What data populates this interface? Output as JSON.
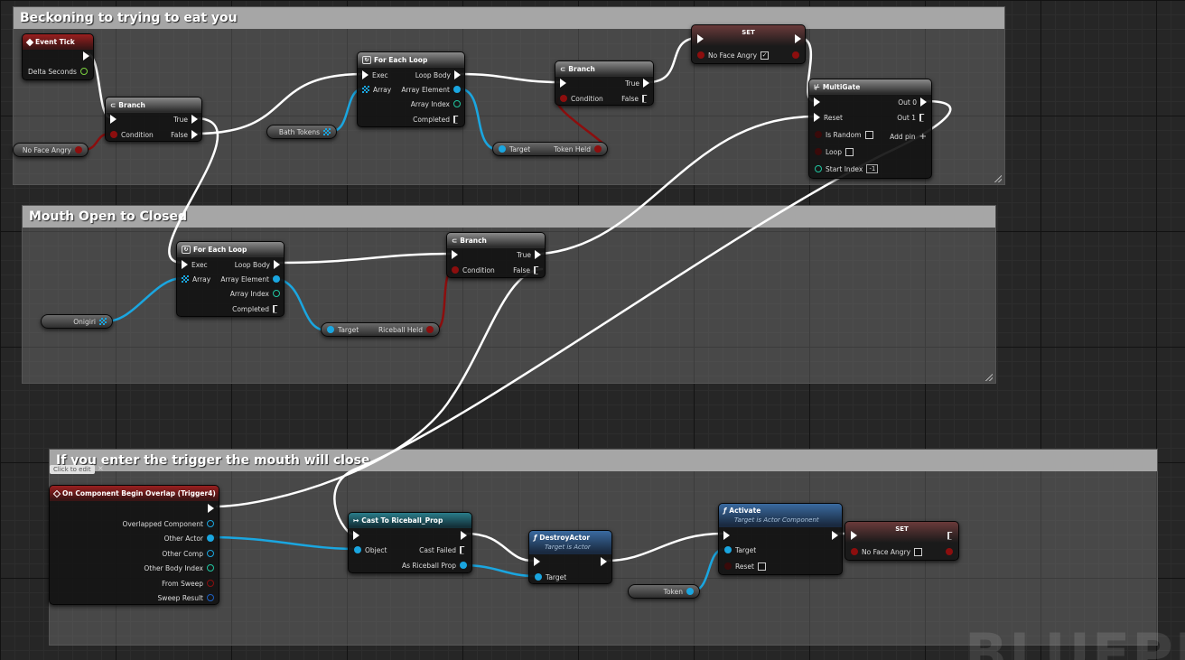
{
  "comments": {
    "c1": "Beckoning to trying to eat you",
    "c2": "Mouth Open to Closed",
    "c3": "If you enter the trigger the mouth will close"
  },
  "tooltip": "Click to edit",
  "watermark": "BLUEPR",
  "nodes": {
    "event_tick": {
      "title": "Event Tick",
      "delta": "Delta Seconds"
    },
    "branch1": {
      "title": "Branch",
      "true": "True",
      "condition": "Condition",
      "false": "False"
    },
    "no_face_angry_var": "No Face Angry",
    "bath_tokens_var": "Bath Tokens",
    "foreach1": {
      "title": "For Each Loop",
      "exec": "Exec",
      "loop_body": "Loop Body",
      "array": "Array",
      "array_element": "Array Element",
      "array_index": "Array Index",
      "completed": "Completed"
    },
    "branch2": {
      "title": "Branch",
      "true": "True",
      "condition": "Condition",
      "false": "False"
    },
    "get_token_held": {
      "target": "Target",
      "value": "Token Held"
    },
    "set1": {
      "title": "SET",
      "var": "No Face Angry"
    },
    "multigate": {
      "title": "MultiGate",
      "out0": "Out 0",
      "out1": "Out 1",
      "reset": "Reset",
      "is_random": "Is Random",
      "add_pin": "Add pin",
      "loop": "Loop",
      "start_index": "Start Index",
      "start_index_value": "-1"
    },
    "foreach2": {
      "title": "For Each Loop",
      "exec": "Exec",
      "loop_body": "Loop Body",
      "array": "Array",
      "array_element": "Array Element",
      "array_index": "Array Index",
      "completed": "Completed"
    },
    "onigiri_var": "Onigiri",
    "get_riceball_held": {
      "target": "Target",
      "value": "Riceball Held"
    },
    "branch3": {
      "title": "Branch",
      "true": "True",
      "condition": "Condition",
      "false": "False"
    },
    "overlap_event": {
      "title": "On Component Begin Overlap (Trigger4)",
      "overlapped": "Overlapped Component",
      "other_actor": "Other Actor",
      "other_comp": "Other Comp",
      "other_body": "Other Body Index",
      "from_sweep": "From Sweep",
      "sweep_result": "Sweep Result"
    },
    "cast": {
      "title": "Cast To Riceball_Prop",
      "object": "Object",
      "cast_failed": "Cast Failed",
      "as_prop": "As Riceball Prop"
    },
    "destroy": {
      "title": "DestroyActor",
      "subtitle": "Target is Actor",
      "target": "Target"
    },
    "activate": {
      "title": "Activate",
      "subtitle": "Target is Actor Component",
      "target": "Target",
      "reset": "Reset"
    },
    "token_var": "Token",
    "set2": {
      "title": "SET",
      "var": "No Face Angry"
    }
  },
  "colors": {
    "exec": "#ffffff",
    "bool": "#8c0e0e",
    "object": "#1aa6e0",
    "int": "#20c6a0",
    "struct": "#1e5fbf",
    "float": "#7bd13f"
  }
}
